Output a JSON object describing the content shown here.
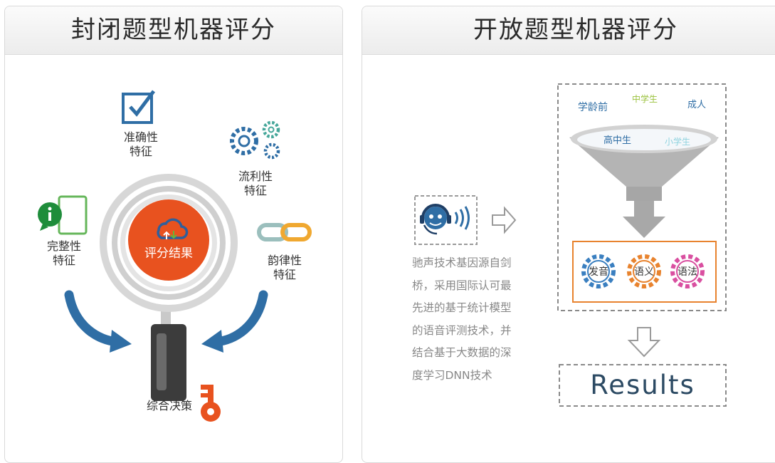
{
  "left_panel": {
    "title": "封闭题型机器评分",
    "center_label": "评分结果",
    "features": {
      "accuracy": [
        "准确性",
        "特征"
      ],
      "fluency": [
        "流利性",
        "特征"
      ],
      "completeness": [
        "完整性",
        "特征"
      ],
      "rhythm": [
        "韵律性",
        "特征"
      ]
    },
    "decision_label": "综合决策",
    "colors": {
      "accent_orange": "#e8521f",
      "accent_blue": "#2f6ea5",
      "ring_gray": "#c4c4c4"
    }
  },
  "right_panel": {
    "title": "开放题型机器评分",
    "description": [
      "驰声技术基因源自剑",
      "桥，采用国际认可最",
      "先进的基于统计模型",
      "的语音评测技术，并",
      "结合基于大数据的深",
      "度学习DNN技术"
    ],
    "funnel_words": {
      "preschool": "学龄前",
      "middle": "中学生",
      "adult": "成人",
      "high": "高中生",
      "primary": "小学生"
    },
    "gears": {
      "pronunciation": "发音",
      "semantics": "语义",
      "grammar": "语法"
    },
    "results_label": "Results",
    "colors": {
      "pronunciation": "#3a7fc0",
      "semantics": "#e8832e",
      "grammar": "#d94fa0",
      "funnel": "#a8a8a8",
      "results_text": "#2c4a63"
    }
  }
}
